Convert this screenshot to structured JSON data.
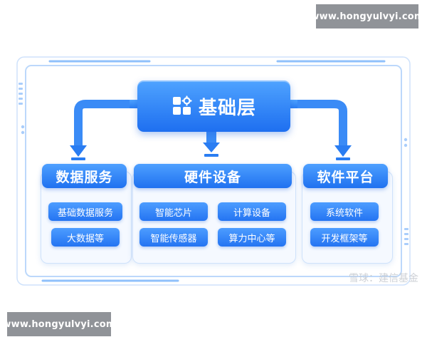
{
  "watermark_top": "www.hongyulvyi.com",
  "watermark_bottom": "www.hongyulvyi.com",
  "faint_watermark": "雪球：建信基金",
  "header": {
    "icon": "grid-gear-icon",
    "title": "基础层"
  },
  "groups": [
    {
      "title": "数据服务",
      "items": [
        "基础数据服务",
        "大数据等"
      ]
    },
    {
      "title": "硬件设备",
      "items": [
        "智能芯片",
        "计算设备",
        "智能传感器",
        "算力中心等"
      ]
    },
    {
      "title": "软件平台",
      "items": [
        "系统软件",
        "开发框架等"
      ]
    }
  ],
  "colors": {
    "primary": "#1e6ff0",
    "primary_light": "#4fa3ff",
    "frame": "#bcd8fb",
    "panel_bg": "#f5f9ff",
    "watermark_bg": "#909398"
  }
}
